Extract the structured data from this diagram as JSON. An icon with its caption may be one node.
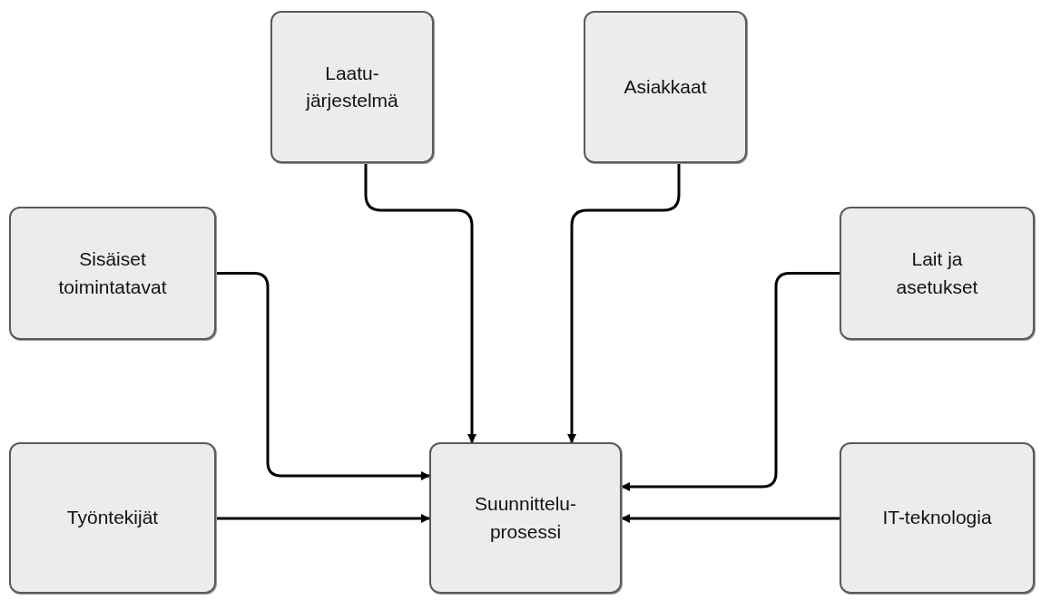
{
  "diagram": {
    "nodes": [
      {
        "text": [
          "Laatu- järjestelmä"
        ]
      },
      {
        "text": [
          "Asiakkaat"
        ]
      },
      {
        "text": [
          "Sisäiset toimintatavat"
        ]
      },
      {
        "text": [
          "Lait ja asetukset"
        ]
      },
      {
        "text": [
          "Työntekijät"
        ]
      },
      {
        "text": [
          "Suunnittelu- prosessi"
        ]
      },
      {
        "text": [
          "IT-teknologia"
        ]
      }
    ],
    "edges": [
      {
        "from": 0,
        "to": 5,
        "arrow": "to"
      },
      {
        "from": 1,
        "to": 5,
        "arrow": "to"
      },
      {
        "from": 2,
        "to": 5,
        "arrow": "to"
      },
      {
        "from": 3,
        "to": 5,
        "arrow": "to"
      },
      {
        "from": 4,
        "to": 5,
        "arrow": "to"
      },
      {
        "from": 6,
        "to": 5,
        "arrow": "to"
      }
    ]
  }
}
